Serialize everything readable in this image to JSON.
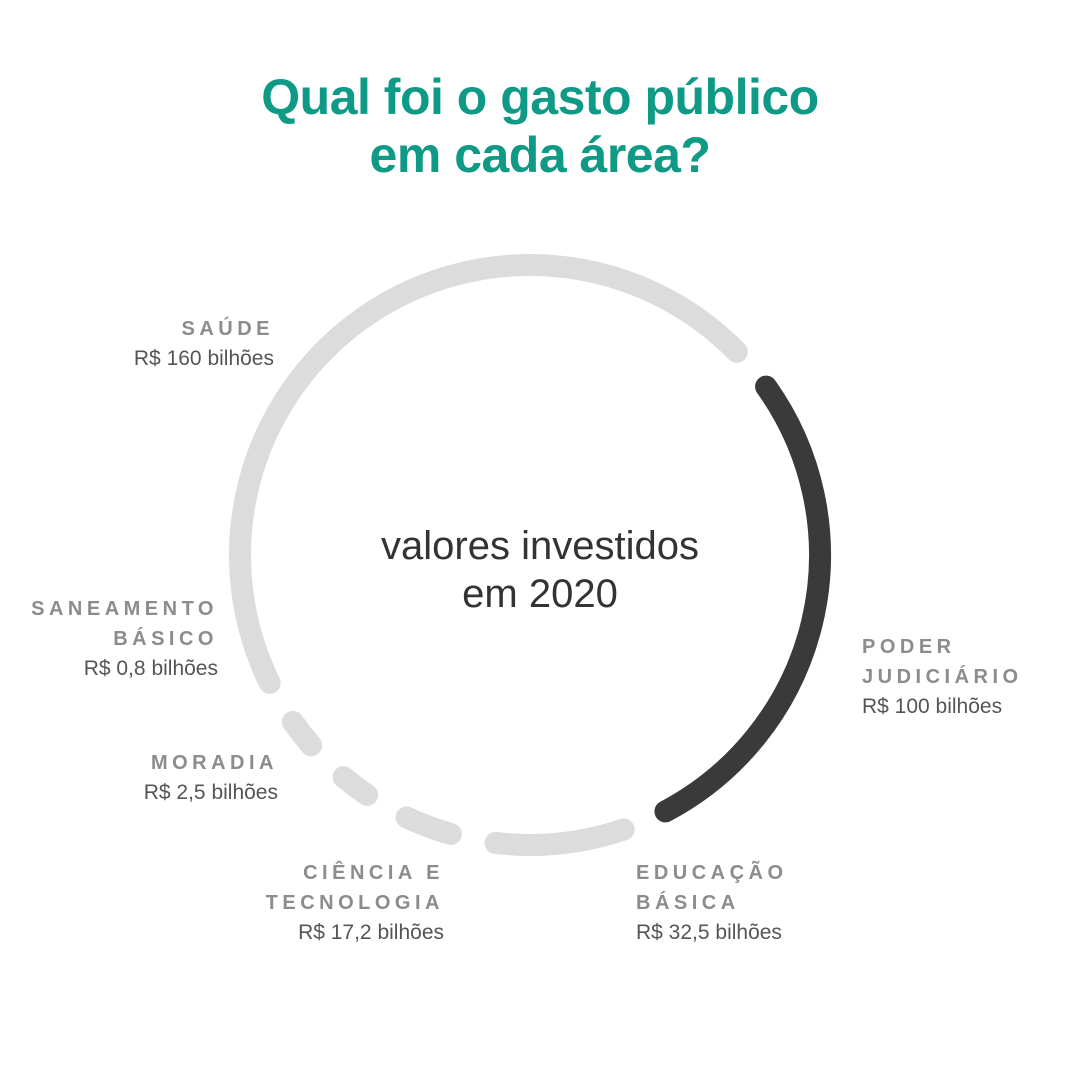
{
  "title": {
    "line1": "Qual foi o gasto público",
    "line2": "em cada área?"
  },
  "center": {
    "line1": "valores investidos",
    "line2": "em 2020"
  },
  "colors": {
    "title": "#0f9a85",
    "highlight": "#3a3a3a",
    "muted": "#dcdcdc",
    "label_name": "#8c8c8c",
    "label_value": "#555555"
  },
  "chart_data": {
    "type": "pie",
    "variant": "donut-ring",
    "title": "Qual foi o gasto público em cada área?",
    "center_text": "valores investidos em 2020",
    "highlighted": "Poder Judiciário",
    "unit": "R$ bilhões",
    "slices": [
      {
        "name_lines": [
          "PODER",
          "JUDICIÁRIO"
        ],
        "value": 100,
        "label": "R$ 100 bilhões",
        "highlight": true
      },
      {
        "name_lines": [
          "EDUCAÇÃO",
          "BÁSICA"
        ],
        "value": 32.5,
        "label": "R$ 32,5 bilhões",
        "highlight": false
      },
      {
        "name_lines": [
          "CIÊNCIA E",
          "TECNOLOGIA"
        ],
        "value": 17.2,
        "label": "R$ 17,2 bilhões",
        "highlight": false
      },
      {
        "name_lines": [
          "MORADIA"
        ],
        "value": 2.5,
        "label": "R$ 2,5 bilhões",
        "highlight": false
      },
      {
        "name_lines": [
          "SANEAMENTO",
          "BÁSICO"
        ],
        "value": 0.8,
        "label": "R$ 0,8 bilhões",
        "highlight": false
      },
      {
        "name_lines": [
          "SAÚDE"
        ],
        "value": 160,
        "label": "R$ 160 bilhões",
        "highlight": false
      }
    ]
  }
}
